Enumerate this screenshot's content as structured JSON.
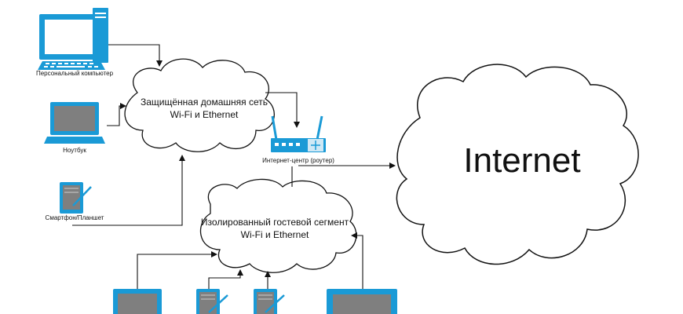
{
  "devices": {
    "pc_label": "Персональный компьютер",
    "laptop_label": "Ноутбук",
    "phone_label": "Смартфон/Планшет",
    "router_label": "Интернет-центр (роутер)"
  },
  "clouds": {
    "home_line1": "Защищённая домашняя сеть",
    "home_line2": "Wi-Fi и Ethernet",
    "guest_line1": "Изолированный гостевой сегмент",
    "guest_line2": "Wi-Fi и Ethernet",
    "internet": "Internet"
  },
  "colors": {
    "device_blue": "#1a9ad6",
    "screen_gray": "#7f7f7f",
    "line": "#111111"
  }
}
